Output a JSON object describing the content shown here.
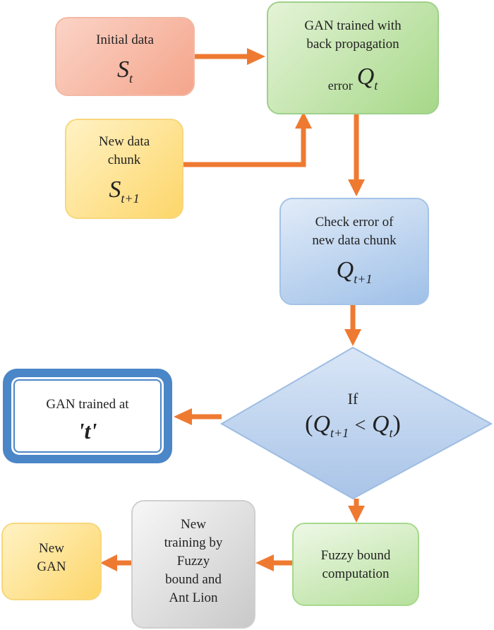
{
  "nodes": {
    "initial_data": {
      "label": "Initial data",
      "symbol": "S",
      "sub": "t"
    },
    "gan_bp": {
      "label_line1": "GAN trained with",
      "label_line2": "back propagation",
      "error_word": "error",
      "symbol": "Q",
      "sub": "t"
    },
    "new_chunk": {
      "label_line1": "New data",
      "label_line2": "chunk",
      "symbol": "S",
      "sub": "t+1"
    },
    "check_error": {
      "label_line1": "Check error of",
      "label_line2": "new data chunk",
      "symbol": "Q",
      "sub": "t+1"
    },
    "decision": {
      "label": "If",
      "symbol_left": "Q",
      "sub_left": "t+1",
      "operator": "<",
      "symbol_right": "Q",
      "sub_right": "t"
    },
    "gan_trained_at": {
      "label": "GAN trained at",
      "value": "'t'"
    },
    "fuzzy_bound": {
      "label_line1": "Fuzzy bound",
      "label_line2": "computation"
    },
    "new_training": {
      "lines": [
        "New",
        "training by",
        "Fuzzy",
        "bound and",
        "Ant Lion"
      ]
    },
    "new_gan": {
      "label_line1": "New",
      "label_line2": "GAN"
    }
  },
  "colors": {
    "arrow": "#ee7a32",
    "orange_box": "#f4a58b",
    "green_box": "#a6d888",
    "yellow_box": "#fdd66a",
    "blue_box": "#9fc0e8",
    "gray_box": "#c9c9c9",
    "double_border": "#4a86c8"
  }
}
